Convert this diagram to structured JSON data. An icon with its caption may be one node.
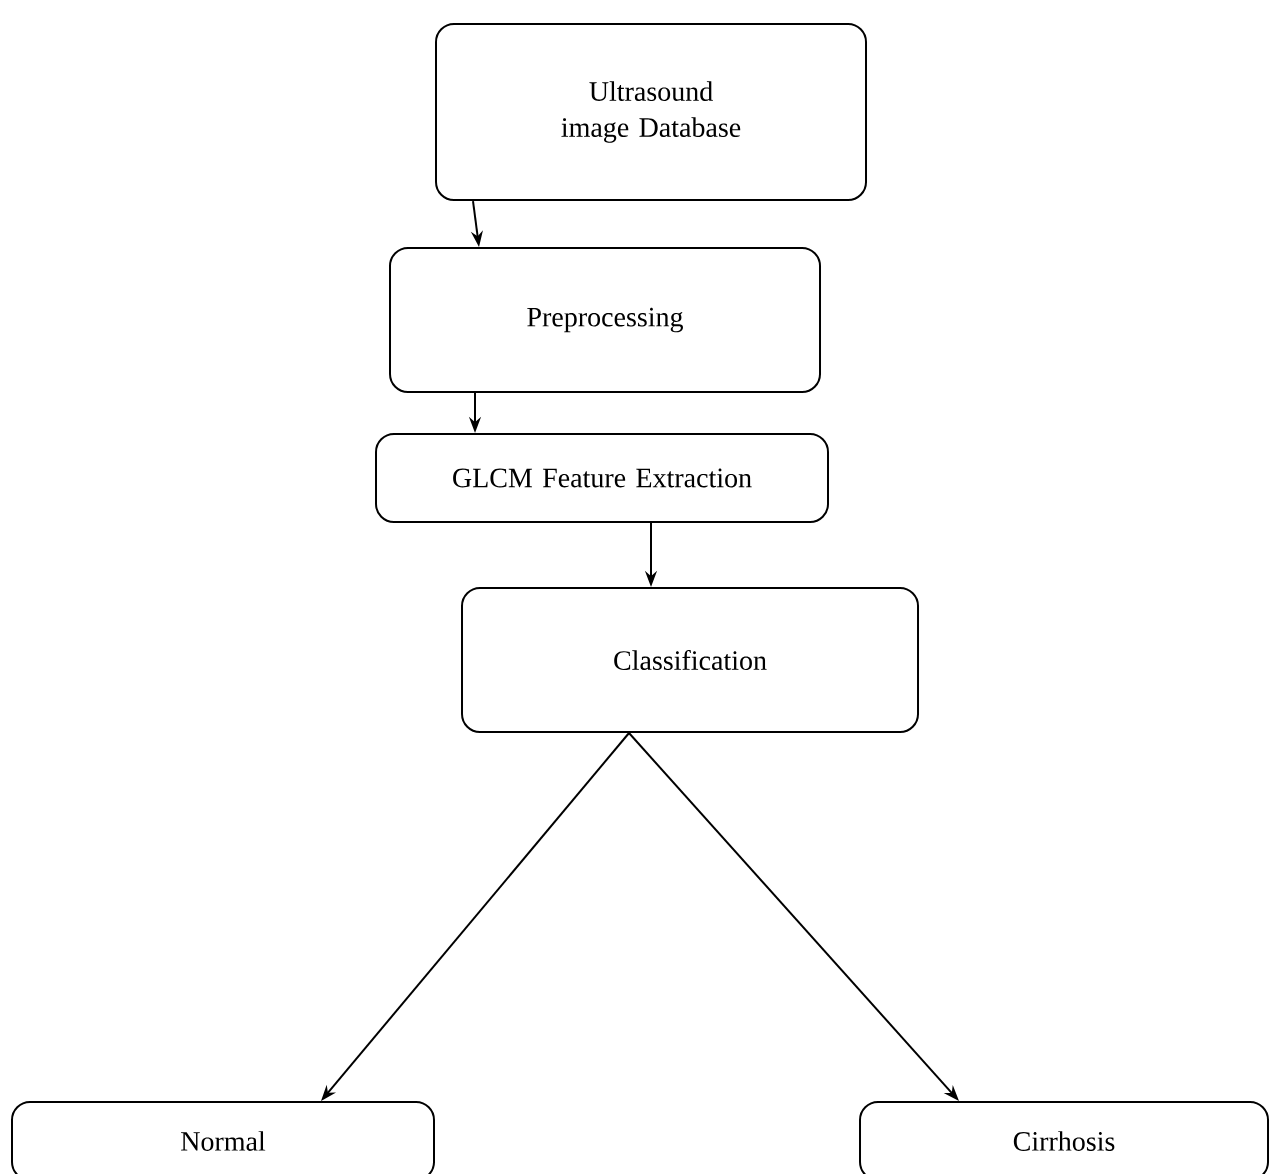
{
  "diagram": {
    "nodes": [
      {
        "text": [
          "Ultrasound image Database"
        ]
      },
      {
        "text": [
          "Preprocessing"
        ]
      },
      {
        "text": [
          "GLCM Feature Extraction"
        ]
      },
      {
        "text": [
          "Classification"
        ]
      },
      {
        "text": [
          "Normal"
        ]
      },
      {
        "text": [
          "Cirrhosis"
        ]
      }
    ],
    "edges": [
      {
        "from": 0,
        "to": 1,
        "arrow": "to"
      },
      {
        "from": 1,
        "to": 2,
        "arrow": "to"
      },
      {
        "from": 2,
        "to": 3,
        "arrow": "to"
      },
      {
        "from": 3,
        "to": 4,
        "arrow": "to"
      },
      {
        "from": 3,
        "to": 5,
        "arrow": "to"
      }
    ]
  }
}
